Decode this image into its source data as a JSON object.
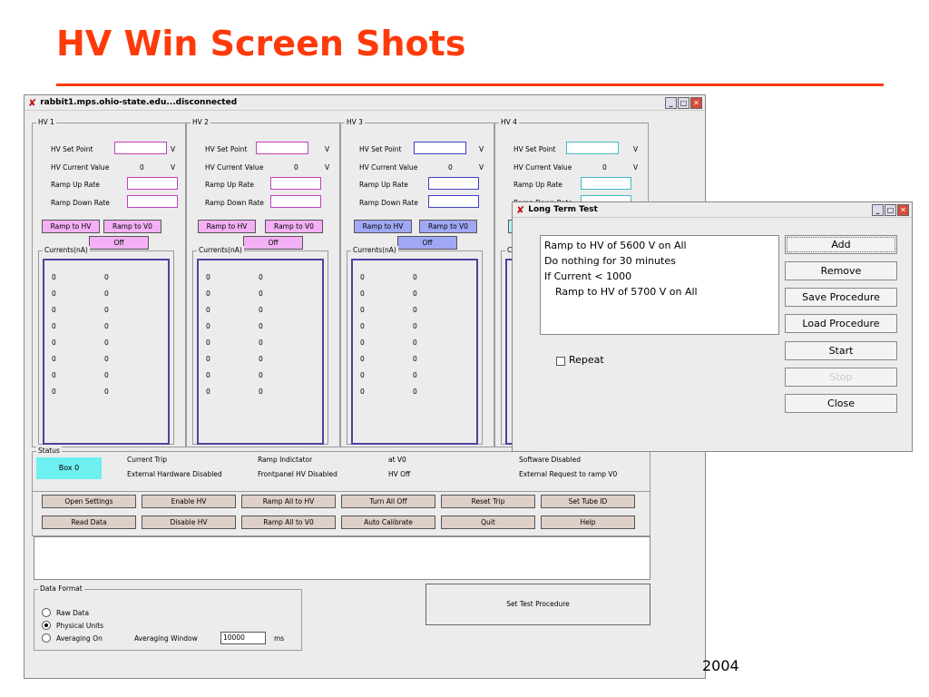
{
  "slide": {
    "title": "HV Win Screen Shots",
    "year": "2004"
  },
  "main_window": {
    "title": "rabbit1.mps.ohio-state.edu...disconnected",
    "field_labels": {
      "set_point": "HV Set Point",
      "current_value": "HV Current Value",
      "ramp_up": "Ramp Up Rate",
      "ramp_down": "Ramp Down Rate",
      "unit": "V",
      "value": "0"
    },
    "buttons": {
      "ramp_hv": "Ramp to HV",
      "ramp_v0": "Ramp to V0",
      "off": "Off"
    },
    "currents_label": "Currents(nA)",
    "currents_values": [
      "0",
      "0",
      "0",
      "0",
      "0",
      "0",
      "0",
      "0"
    ],
    "channels": [
      {
        "name": "HV 1",
        "color": "pink"
      },
      {
        "name": "HV 2",
        "color": "pink"
      },
      {
        "name": "HV 3",
        "color": "blue"
      },
      {
        "name": "HV 4",
        "color": "cyan"
      }
    ],
    "status": {
      "title": "Status",
      "box": "Box 0",
      "items": [
        "Current Trip",
        "Ramp Indictator",
        "at V0",
        "Software Disabled",
        "External Hardware Disabled",
        "Frontpanel HV Disabled",
        "HV Off",
        "External Request to ramp V0"
      ]
    },
    "controls": {
      "row1": [
        "Open Settings",
        "Enable HV",
        "Ramp All to HV",
        "Turn All Off",
        "Reset Trip",
        "Set Tube ID"
      ],
      "row2": [
        "Read Data",
        "Disable HV",
        "Ramp All to V0",
        "Auto Calibrate",
        "Quit",
        "Help"
      ]
    },
    "data_format": {
      "title": "Data Format",
      "options": [
        "Raw Data",
        "Physical Units",
        "Averaging On"
      ],
      "selected": "Physical Units",
      "avg_label": "Averaging Window",
      "avg_value": "10000",
      "avg_unit": "ms"
    },
    "set_test_procedure": "Set Test Procedure"
  },
  "long_term_test": {
    "title": "Long Term Test",
    "procedure_lines": [
      "Ramp to HV of 5600 V on All",
      "Do nothing for 30 minutes",
      "If Current < 1000",
      "Ramp to HV of 5700 V on All"
    ],
    "repeat_label": "Repeat",
    "buttons": [
      "Add",
      "Remove",
      "Save Procedure",
      "Load Procedure",
      "Start",
      "Stop",
      "Close"
    ]
  },
  "colors": {
    "title": "#ff3a0a",
    "pink": "#f4b0f4",
    "blue": "#a0a8f4",
    "cyan": "#b0f0f4",
    "box": "#6ef0f0"
  }
}
